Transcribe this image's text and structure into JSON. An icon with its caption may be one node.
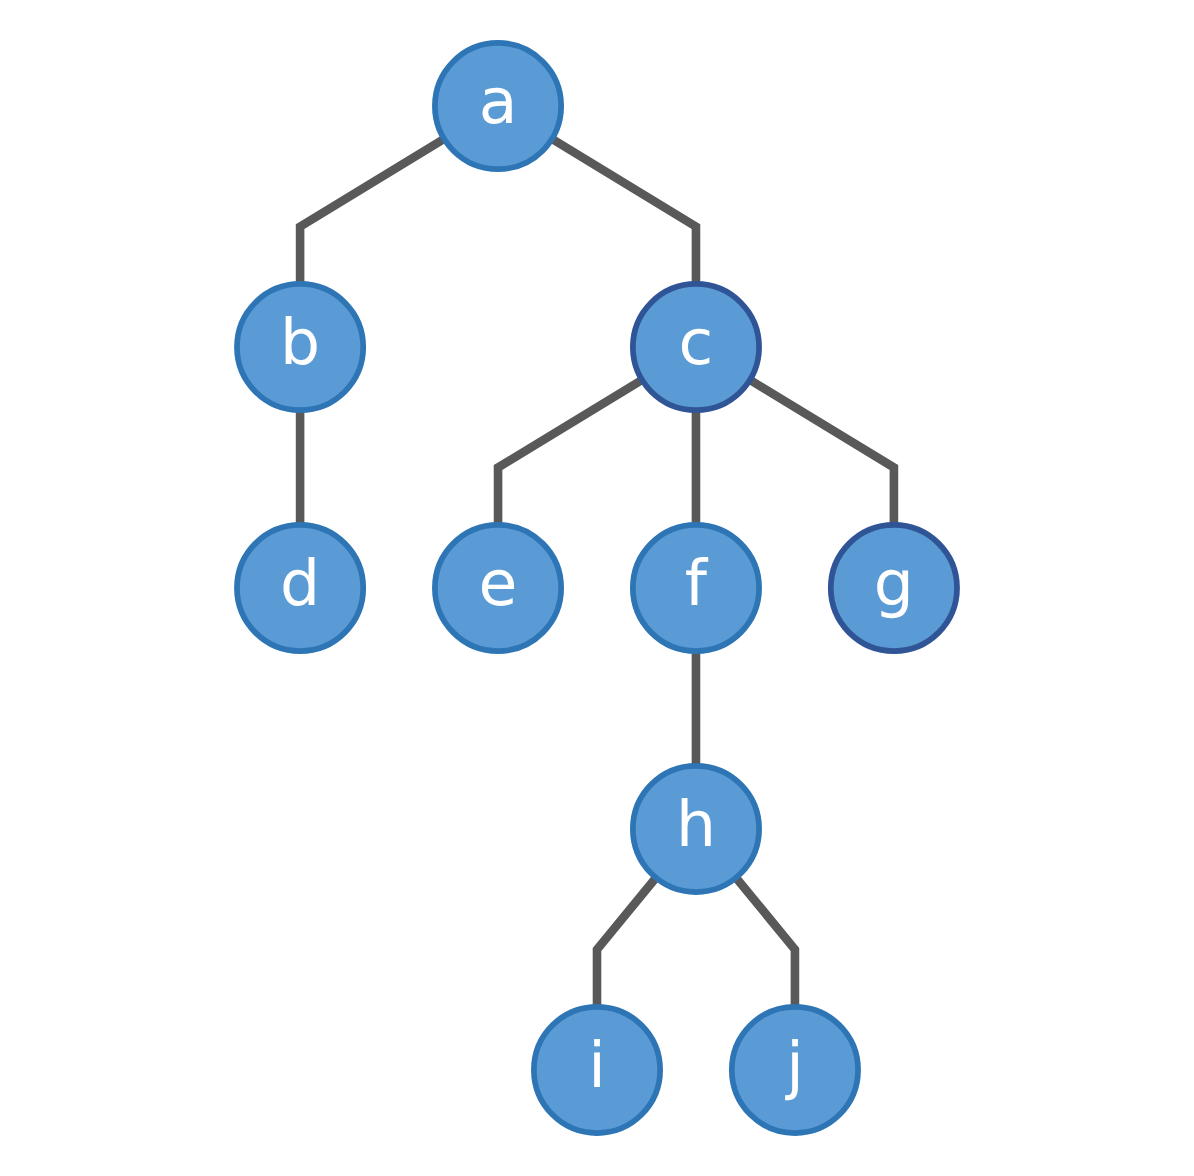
{
  "diagram": {
    "nodes": [
      {
        "text": [
          "a"
        ]
      },
      {
        "text": [
          "b"
        ]
      },
      {
        "text": [
          "c"
        ]
      },
      {
        "text": [
          "d"
        ]
      },
      {
        "text": [
          "e"
        ]
      },
      {
        "text": [
          "f"
        ]
      },
      {
        "text": [
          "g"
        ]
      },
      {
        "text": [
          "h"
        ]
      },
      {
        "text": [
          "i"
        ]
      },
      {
        "text": [
          "j"
        ]
      }
    ],
    "edges": [
      {
        "from": 0,
        "to": 1,
        "arrow": "none"
      },
      {
        "from": 0,
        "to": 2,
        "arrow": "none"
      },
      {
        "from": 1,
        "to": 3,
        "arrow": "none"
      },
      {
        "from": 2,
        "to": 4,
        "arrow": "none"
      },
      {
        "from": 2,
        "to": 5,
        "arrow": "none"
      },
      {
        "from": 2,
        "to": 6,
        "arrow": "none"
      },
      {
        "from": 5,
        "to": 7,
        "arrow": "none"
      },
      {
        "from": 7,
        "to": 8,
        "arrow": "none"
      },
      {
        "from": 7,
        "to": 9,
        "arrow": "none"
      }
    ]
  }
}
